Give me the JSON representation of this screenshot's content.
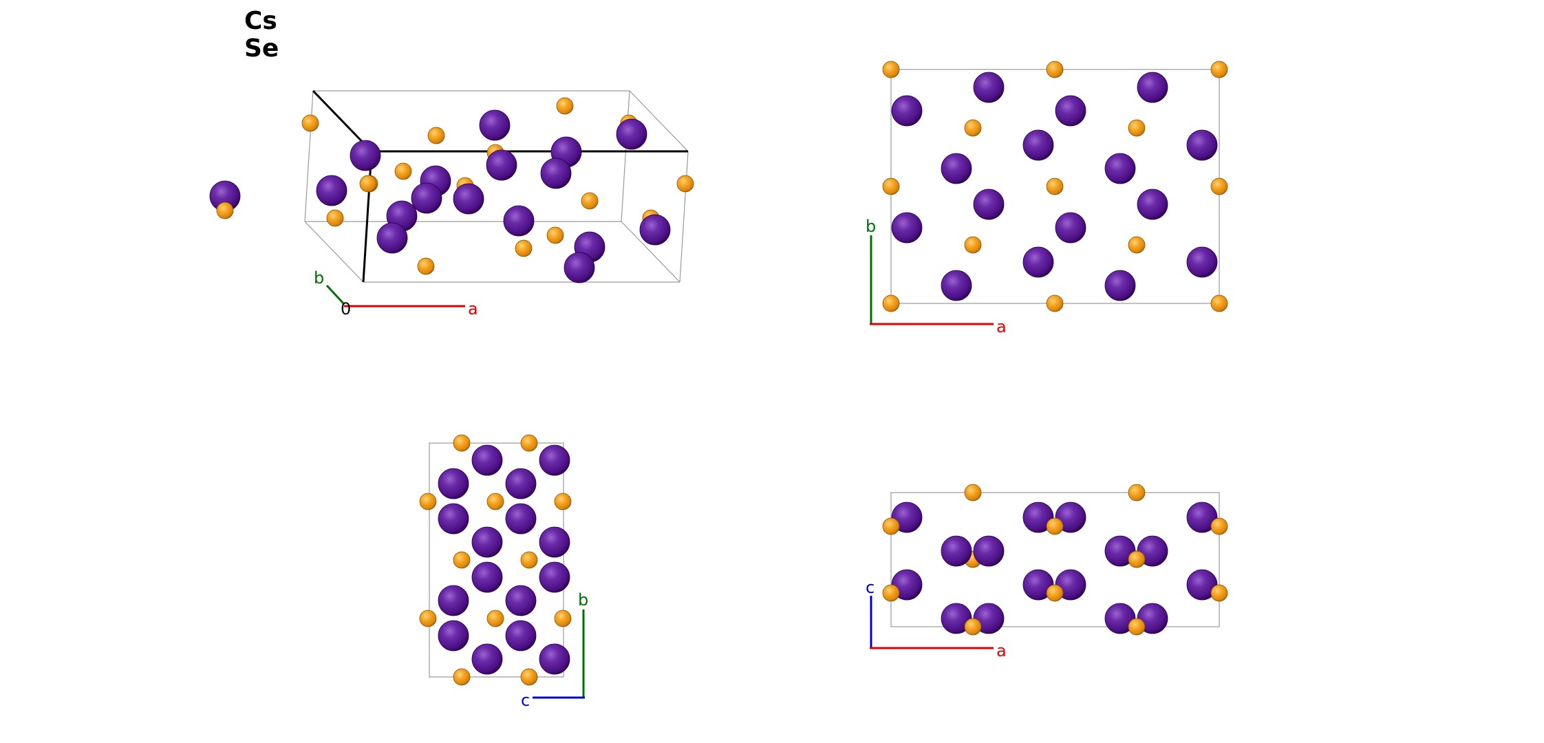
{
  "legend": {
    "elements": [
      {
        "symbol": "Cs",
        "color": "#4b0f82"
      },
      {
        "symbol": "Se",
        "color": "#f0950c"
      }
    ]
  },
  "colors": {
    "cell_edge": "#888888",
    "axis_a": "#e00000",
    "axis_b": "#007000",
    "axis_c": "#0000cc",
    "origin": "#000000"
  },
  "views": {
    "perspective": {
      "axes": {
        "b": "b",
        "origin": "0",
        "a": "a"
      }
    },
    "ab": {
      "axes": {
        "b": "b",
        "a": "a"
      }
    },
    "cb": {
      "axes": {
        "b": "b",
        "c": "c"
      }
    },
    "ac": {
      "axes": {
        "c": "c",
        "a": "a"
      }
    }
  }
}
